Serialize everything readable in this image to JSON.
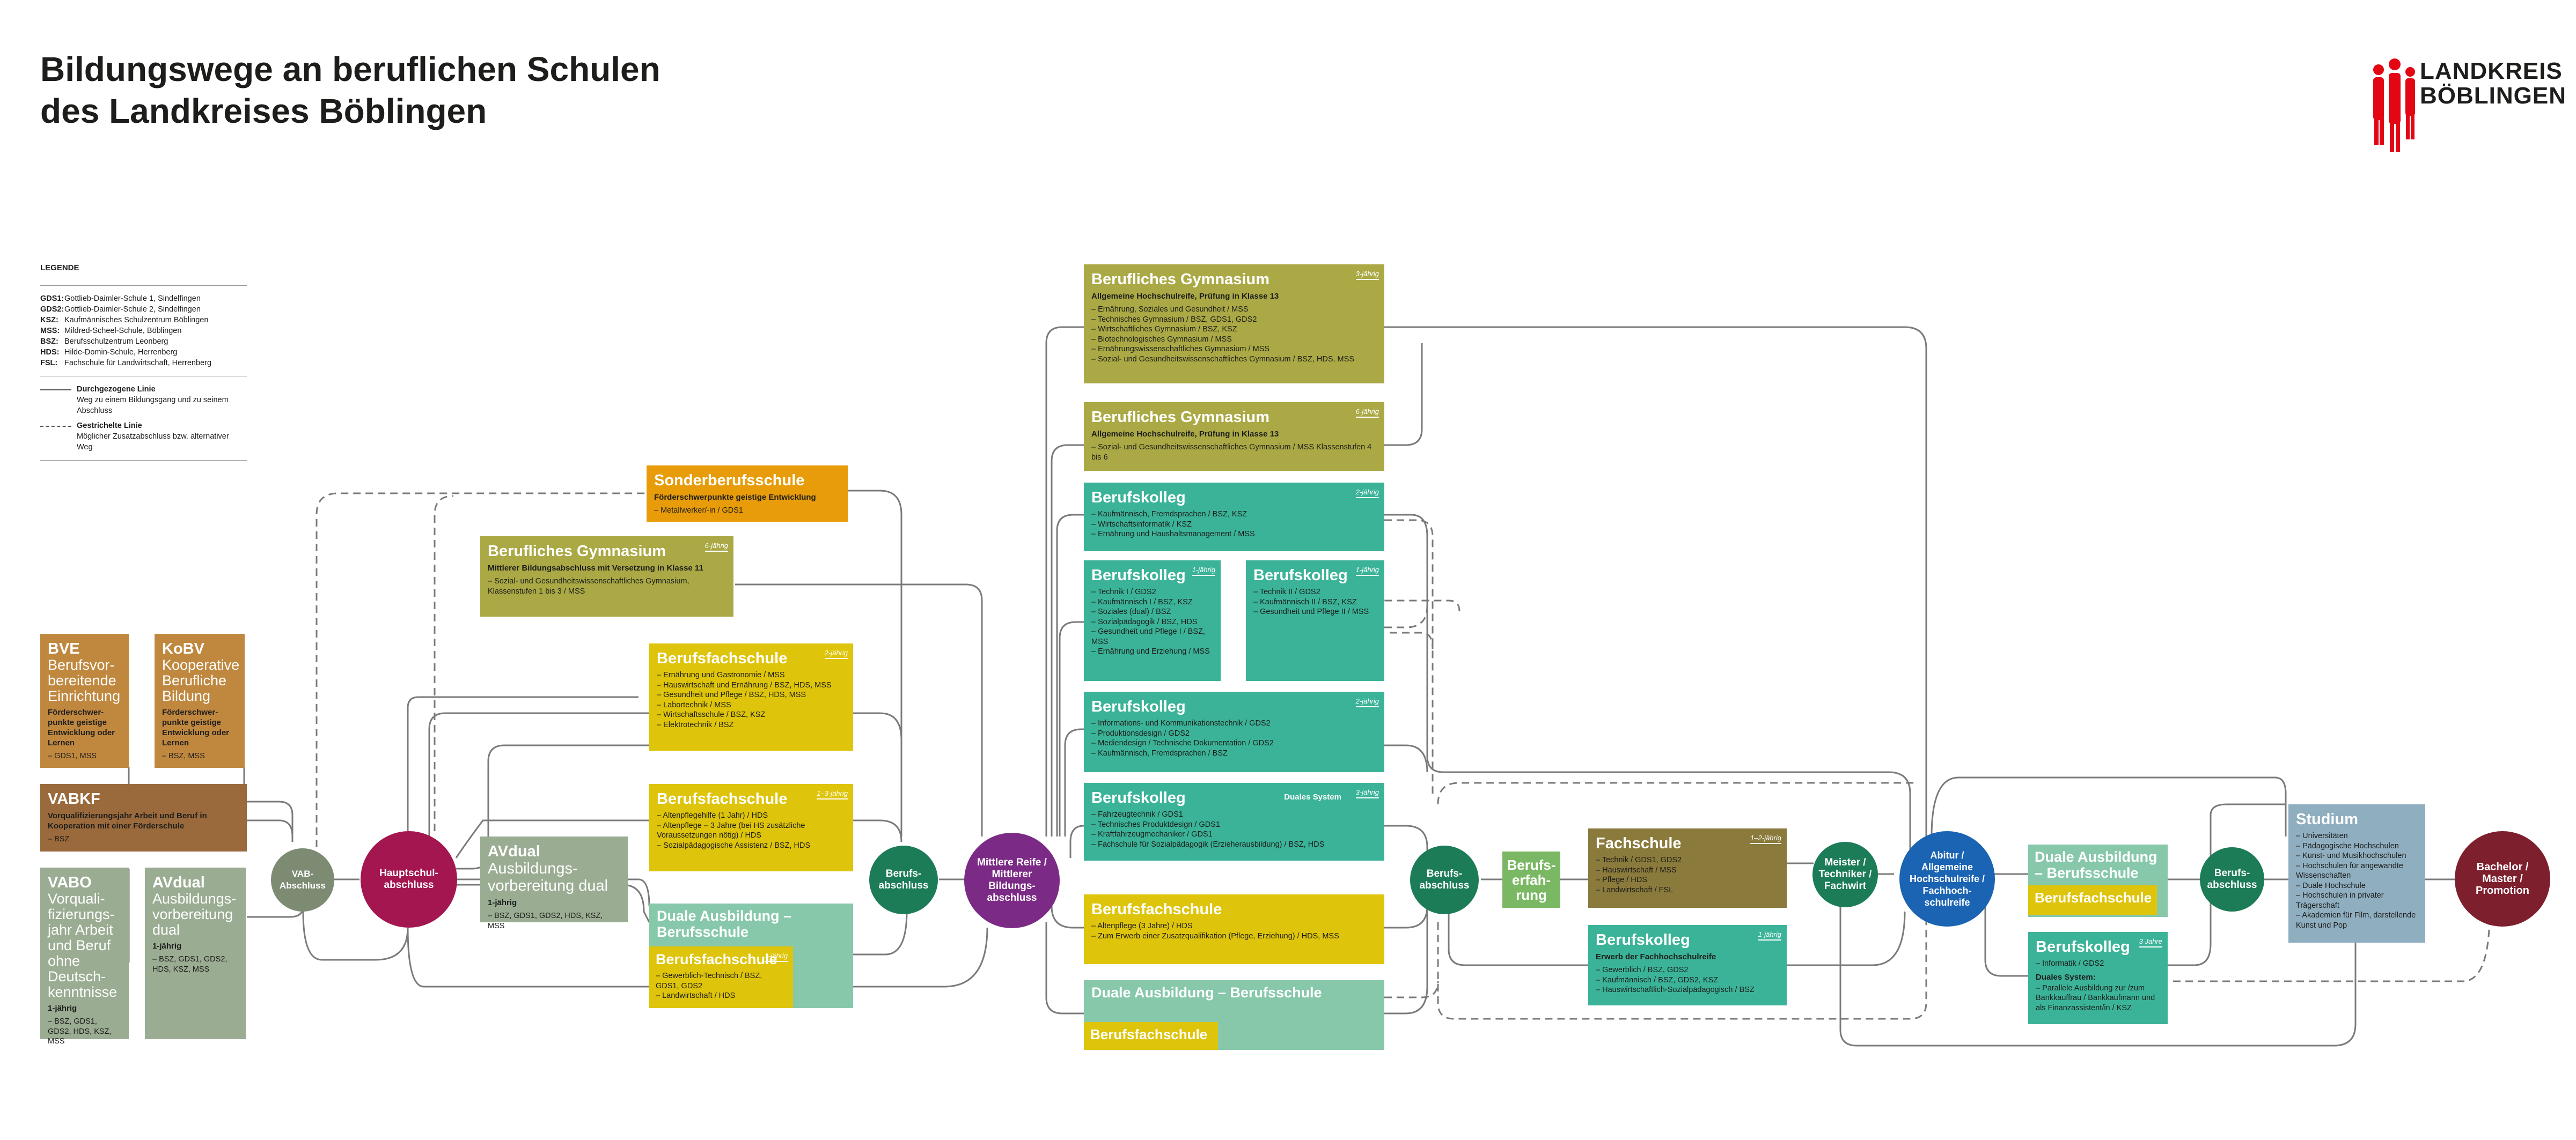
{
  "title": {
    "line1": "Bildungswege an beruflichen Schulen",
    "line2": "des Landkreises Böblingen"
  },
  "logo": {
    "line1": "LANDKREIS",
    "line2": "BÖBLINGEN",
    "color": "#e30613"
  },
  "legend": {
    "heading": "LEGENDE",
    "schools": [
      {
        "abbr": "GDS1:",
        "name": "Gottlieb-Daimler-Schule 1, Sindelfingen"
      },
      {
        "abbr": "GDS2:",
        "name": "Gottlieb-Daimler-Schule 2, Sindelfingen"
      },
      {
        "abbr": "KSZ:",
        "name": "Kaufmännisches Schulzentrum Böblingen"
      },
      {
        "abbr": "MSS:",
        "name": "Mildred-Scheel-Schule, Böblingen"
      },
      {
        "abbr": "BSZ:",
        "name": "Berufsschulzentrum Leonberg"
      },
      {
        "abbr": "HDS:",
        "name": "Hilde-Domin-Schule, Herrenberg"
      },
      {
        "abbr": "FSL:",
        "name": "Fachschule für Landwirtschaft, Herrenberg"
      }
    ],
    "solid": {
      "title": "Durchgezogene Linie",
      "desc": "Weg zu einem Bildungsgang und zu seinem Abschluss"
    },
    "dashed": {
      "title": "Gestrichelte Linie",
      "desc": "Möglicher Zusatzabschluss bzw. alternativer Weg"
    }
  },
  "boxes": {
    "bve": {
      "head": "BVE",
      "head2": "Berufsvor-bereitende Einrichtung",
      "sub": "Förderschwer-punkte geistige Entwicklung oder Lernen",
      "items": [
        "GDS1, MSS"
      ]
    },
    "kobv": {
      "head": "KoBV",
      "head2": "Kooperative Berufliche Bildung",
      "sub": "Förderschwer-punkte geistige Entwicklung oder Lernen",
      "items": [
        "BSZ, MSS"
      ]
    },
    "vabkf": {
      "head": "VABKF",
      "sub": "Vorqualifizierungsjahr Arbeit und Beruf in Kooperation mit einer Förderschule",
      "items": [
        "BSZ"
      ]
    },
    "vabo": {
      "head": "VABO",
      "head2": "Vorquali-fizierungs-jahr Arbeit und Beruf ohne Deutsch-kenntnisse",
      "sub": "1-jährig",
      "items": [
        "BSZ, GDS1, GDS2, HDS, KSZ, MSS"
      ]
    },
    "avdual1": {
      "head": "AVdual",
      "head2": "Ausbildungs-vorbereitung dual",
      "sub": "1-jährig",
      "items": [
        "BSZ, GDS1, GDS2, HDS, KSZ, MSS"
      ]
    },
    "avdual2": {
      "head": "AVdual",
      "head2": "Ausbildungs-vorbereitung dual",
      "sub": "1-jährig",
      "items": [
        "BSZ, GDS1, GDS2, HDS, KSZ, MSS"
      ]
    },
    "sonderberufsschule": {
      "head": "Sonderberufsschule",
      "sub": "Förderschwerpunkte geistige Entwicklung",
      "items": [
        "Metallwerker/-in / GDS1"
      ]
    },
    "bg_klasse11": {
      "head": "Berufliches Gymnasium",
      "tag": "6-jährig",
      "sub": "Mittlerer Bildungsabschluss mit Versetzung in Klasse 11",
      "items": [
        "Sozial- und Gesundheitswissenschaftliches Gymnasium, Klassenstufen 1 bis 3 / MSS"
      ]
    },
    "bfs_2j": {
      "head": "Berufsfachschule",
      "tag": "2-jährig",
      "items": [
        "Ernährung und Gastronomie / MSS",
        "Hauswirtschaft und Ernährung / BSZ, HDS, MSS",
        "Gesundheit und Pflege / BSZ, HDS, MSS",
        "Labortechnik / MSS",
        "Wirtschaftsschule / BSZ, KSZ",
        "Elektrotechnik / BSZ"
      ]
    },
    "bfs_13j": {
      "head": "Berufsfachschule",
      "tag": "1–3-jährig",
      "items": [
        "Altenpflegehilfe (1 Jahr) / HDS",
        "Altenpflege – 3 Jahre (bei HS zusätzliche Voraussetzungen nötig) / HDS",
        "Sozialpädagogische Assistenz / BSZ, HDS"
      ]
    },
    "da_bfs_left": {
      "head": "Duale Ausbildung – Berufsschule",
      "inner": "Berufsfachschule",
      "tag": "1-jährig",
      "items": [
        "Gewerblich-Technisch / BSZ, GDS1, GDS2",
        "Landwirtschaft / HDS"
      ]
    },
    "bg_3j": {
      "head": "Berufliches Gymnasium",
      "tag": "3-jährig",
      "sub": "Allgemeine Hochschulreife, Prüfung in Klasse 13",
      "items": [
        "Ernährung, Soziales und Gesundheit / MSS",
        "Technisches Gymnasium / BSZ, GDS1, GDS2",
        "Wirtschaftliches Gymnasium / BSZ, KSZ",
        "Biotechnologisches Gymnasium / MSS",
        "Ernährungswissenschaftliches Gymnasium / MSS",
        "Sozial- und Gesundheitswissenschaftliches Gymnasium / BSZ, HDS, MSS"
      ]
    },
    "bg_6j": {
      "head": "Berufliches Gymnasium",
      "tag": "6-jährig",
      "sub": "Allgemeine Hochschulreife, Prüfung in Klasse 13",
      "items": [
        "Sozial- und Gesundheitswissenschaftliches Gymnasium / MSS Klassenstufen 4 bis 6"
      ]
    },
    "bk_2j_a": {
      "head": "Berufskolleg",
      "tag": "2-jährig",
      "items": [
        "Kaufmännisch, Fremdsprachen / BSZ, KSZ",
        "Wirtschaftsinformatik / KSZ",
        "Ernährung und Haushaltsmanagement / MSS"
      ]
    },
    "bk_1j": {
      "head": "Berufskolleg",
      "tag": "1-jährig",
      "items": [
        "Technik I / GDS2",
        "Kaufmännisch I / BSZ, KSZ",
        "Soziales (dual) / BSZ",
        "Sozialpädagogik / BSZ, HDS",
        "Gesundheit und Pflege I / BSZ, MSS",
        "Ernährung und Erziehung / MSS"
      ]
    },
    "bk_2": {
      "head": "Berufskolleg",
      "tag": "1-jährig",
      "items": [
        "Technik II / GDS2",
        "Kaufmännisch II / BSZ, KSZ",
        "Gesundheit und Pflege II / MSS"
      ]
    },
    "bk_2j_b": {
      "head": "Berufskolleg",
      "tag": "2-jährig",
      "items": [
        "Informations- und Kommunikationstechnik / GDS2",
        "Produktionsdesign / GDS2",
        "Mediendesign / Technische Dokumentation / GDS2",
        "Kaufmännisch, Fremdsprachen / BSZ"
      ]
    },
    "bk_dual": {
      "head": "Berufskolleg",
      "extra": "Duales System",
      "tag": "3-jährig",
      "items": [
        "Fahrzeugtechnik / GDS1",
        "Technisches Produktdesign / GDS1",
        "Kraftfahrzeugmechaniker / GDS1",
        "Fachschule für Sozialpädagogik (Erzieherausbildung) / BSZ, HDS"
      ]
    },
    "bfs_mid": {
      "head": "Berufsfachschule",
      "items": [
        "Altenpflege (3 Jahre) / HDS",
        "Zum Erwerb einer Zusatzqualifikation (Pflege, Erziehung) / HDS, MSS"
      ]
    },
    "da_bfs_mid": {
      "head": "Duale Ausbildung – Berufsschule",
      "inner": "Berufsfachschule"
    },
    "fachschule": {
      "head": "Fachschule",
      "tag": "1–2-jährig",
      "items": [
        "Technik / GDS1, GDS2",
        "Hauswirtschaft / MSS",
        "Pflege / HDS",
        "Landwirtschaft / FSL"
      ]
    },
    "bk_fhr": {
      "head": "Berufskolleg",
      "tag": "1-jährig",
      "sub": "Erwerb der Fachhochschulreife",
      "items": [
        "Gewerblich / BSZ, GDS2",
        "Kaufmännisch / BSZ, GDS2, KSZ",
        "Hauswirtschaftlich-Sozialpädagogisch / BSZ"
      ]
    },
    "da_bfs_right": {
      "head": "Duale Ausbildung – Berufsschule",
      "inner": "Berufsfachschule"
    },
    "bk_informatik": {
      "head": "Berufskolleg",
      "tag": "3 Jahre",
      "items": [
        "Informatik / GDS2"
      ],
      "sub": "Duales System:",
      "items2": [
        "Parallele Ausbildung zur /zum Bankkauffrau / Bankkaufmann und als Finanzassistent/in / KSZ"
      ]
    },
    "studium": {
      "head": "Studium",
      "items": [
        "Universitäten",
        "Pädagogische Hochschulen",
        "Kunst- und Musikhochschulen",
        "Hochschulen für angewandte Wissenschaften",
        "Duale Hochschule",
        "Hochschulen in privater Trägerschaft",
        "Akademien für Film, darstellende Kunst und Pop"
      ]
    },
    "berufserfahrung": {
      "head": "Berufs-erfah-rung"
    }
  },
  "circles": {
    "vab": "VAB-Abschluss",
    "hauptschul": "Hauptschul-abschluss",
    "berufs1": "Berufs-abschluss",
    "mittlere": "Mittlere Reife / Mittlerer Bildungs-abschluss",
    "berufs2": "Berufs-abschluss",
    "meister": "Meister / Techniker / Fachwirt",
    "abitur": "Abitur / Allgemeine Hochschulreife / Fachhoch-schulreife",
    "berufs3": "Berufs-abschluss",
    "bachelor": "Bachelor / Master / Promotion"
  },
  "colors": {
    "olive": "#aaa945",
    "green": "#3bb398",
    "yellow": "#dec40b",
    "orange": "#e89c09",
    "bronze": "#c0883f",
    "brown": "#9a6a3c",
    "sage": "#9aac92",
    "mint": "#87c8ab",
    "khaki": "#8a7a3b",
    "grey_circle": "#7d8b73",
    "crimson": "#a3164f",
    "dark_green": "#1c7c58",
    "purple": "#7b2a85",
    "royal_blue": "#1b63b3",
    "maroon": "#7d1f2d",
    "studium_blue": "#8faebf"
  }
}
